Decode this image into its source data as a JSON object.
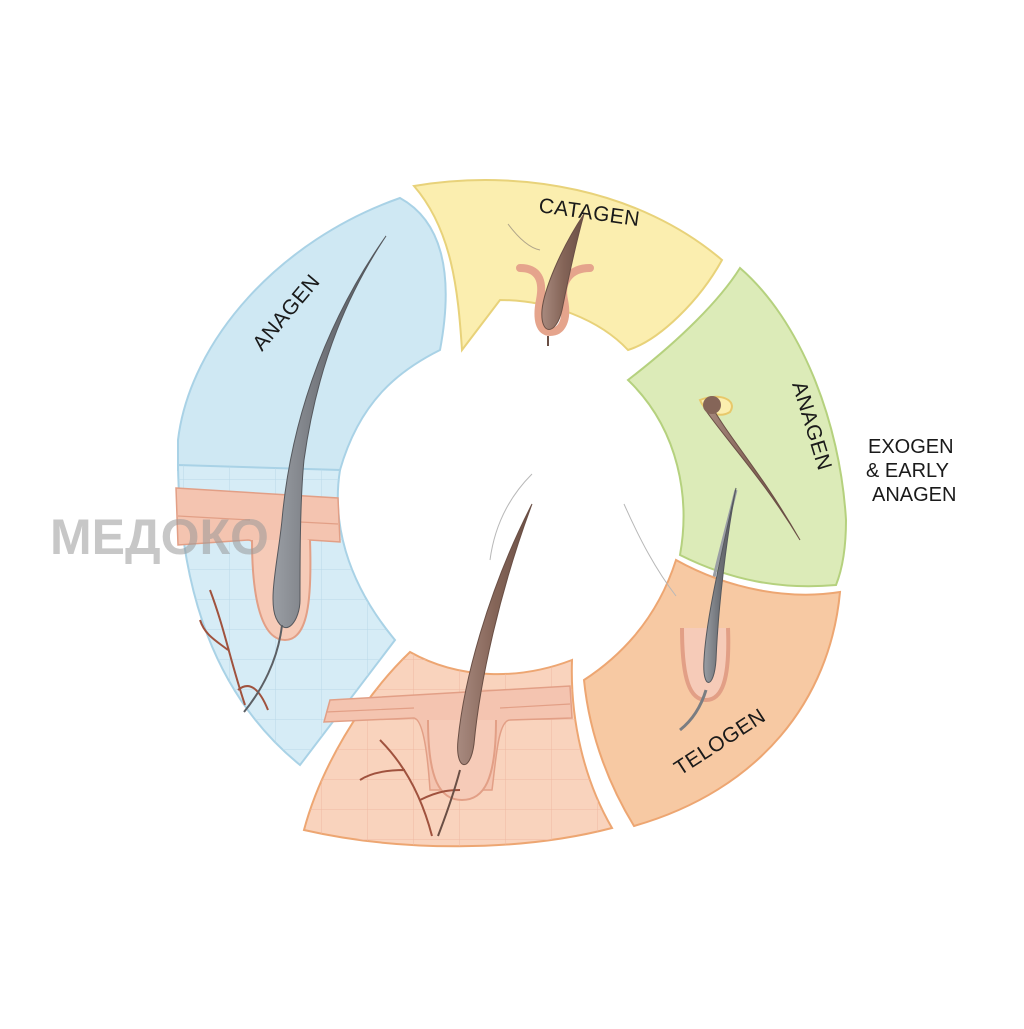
{
  "labels": {
    "anagen_left": "ANAGEN",
    "catagen": "CATAGEN",
    "anagen_right": "ANAGEN",
    "telogen": "TELOGEN",
    "exogen_line1": "EXOGEN",
    "exogen_line2": "& EARLY",
    "exogen_line3": "ANAGEN"
  },
  "watermark": {
    "text": "МЕДОКО"
  },
  "colors": {
    "anagen_blue": "#cfe8f3",
    "catagen_yellow": "#fbeeaf",
    "anagen_green": "#dcebb8",
    "telogen_orange": "#f7c9a3",
    "skin_pink": "#f6cbb8",
    "hair_grey": "#7a7d82",
    "hair_brown": "#8a6a5e"
  }
}
